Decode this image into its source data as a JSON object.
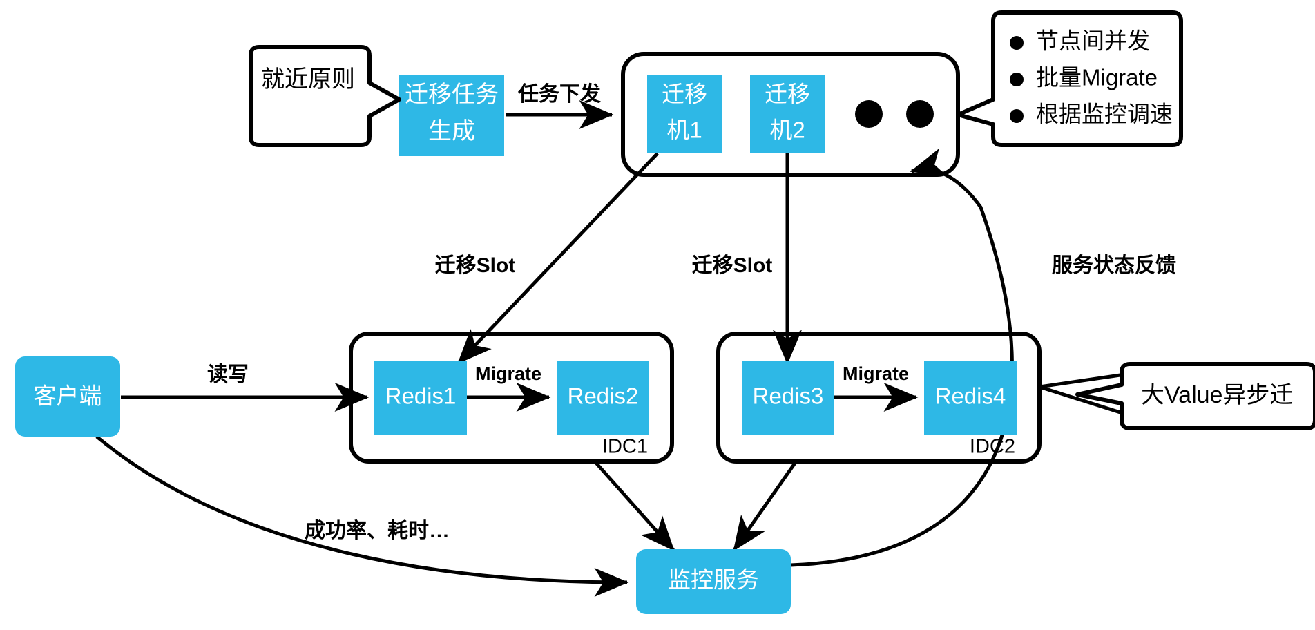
{
  "theme": {
    "accent_blue": "#2EB8E6",
    "line_black": "#000000",
    "canvas_white": "#FFFFFF"
  },
  "diagram": {
    "title": "Redis Cluster Slot Migration Architecture",
    "nodes": {
      "task_gen": {
        "label_line1": "迁移任务",
        "label_line2": "生成",
        "shape": "square-blue"
      },
      "migrator1": {
        "label_line1": "迁移",
        "label_line2": "机1",
        "shape": "square-blue"
      },
      "migrator2": {
        "label_line1": "迁移",
        "label_line2": "机2",
        "shape": "square-blue"
      },
      "client": {
        "label": "客户端",
        "shape": "rounded-blue"
      },
      "redis1": {
        "label": "Redis1",
        "shape": "square-blue"
      },
      "redis2": {
        "label": "Redis2",
        "shape": "square-blue"
      },
      "redis3": {
        "label": "Redis3",
        "shape": "square-blue"
      },
      "redis4": {
        "label": "Redis4",
        "shape": "square-blue"
      },
      "monitor": {
        "label": "监控服务",
        "shape": "rounded-blue"
      }
    },
    "groups": {
      "migrator_pool": {
        "tag": ""
      },
      "idc1": {
        "tag": "IDC1"
      },
      "idc2": {
        "tag": "IDC2"
      }
    },
    "ellipsis_dots": 2,
    "edges": [
      {
        "id": "task-dispatch",
        "label": "任务下发",
        "from": "task_gen",
        "to": "migrator_pool"
      },
      {
        "id": "migrate-slot-1",
        "label": "迁移Slot",
        "from": "migrator1",
        "to": "redis1"
      },
      {
        "id": "migrate-slot-2",
        "label": "迁移Slot",
        "from": "migrator2",
        "to": "redis3"
      },
      {
        "id": "read-write",
        "label": "读写",
        "from": "client",
        "to": "redis1"
      },
      {
        "id": "migrate-1-2",
        "label": "Migrate",
        "from": "redis1",
        "to": "redis2"
      },
      {
        "id": "migrate-3-4",
        "label": "Migrate",
        "from": "redis3",
        "to": "redis4"
      },
      {
        "id": "idc1-monitor",
        "label": "",
        "from": "idc1",
        "to": "monitor"
      },
      {
        "id": "idc2-monitor",
        "label": "",
        "from": "idc2",
        "to": "monitor"
      },
      {
        "id": "client-monitor",
        "label": "成功率、耗时…",
        "from": "client",
        "to": "monitor"
      },
      {
        "id": "monitor-feedback",
        "label": "服务状态反馈",
        "from": "monitor",
        "to": "migrator_pool"
      }
    ],
    "callouts": {
      "proximity": {
        "text": "就近原则",
        "points_to": "task_gen"
      },
      "capabilities": {
        "bullets": [
          "节点间并发",
          "批量Migrate",
          "根据监控调速"
        ],
        "points_to": "migrator_pool"
      },
      "big_value": {
        "text": "大Value异步迁",
        "points_to": "idc2"
      }
    }
  }
}
